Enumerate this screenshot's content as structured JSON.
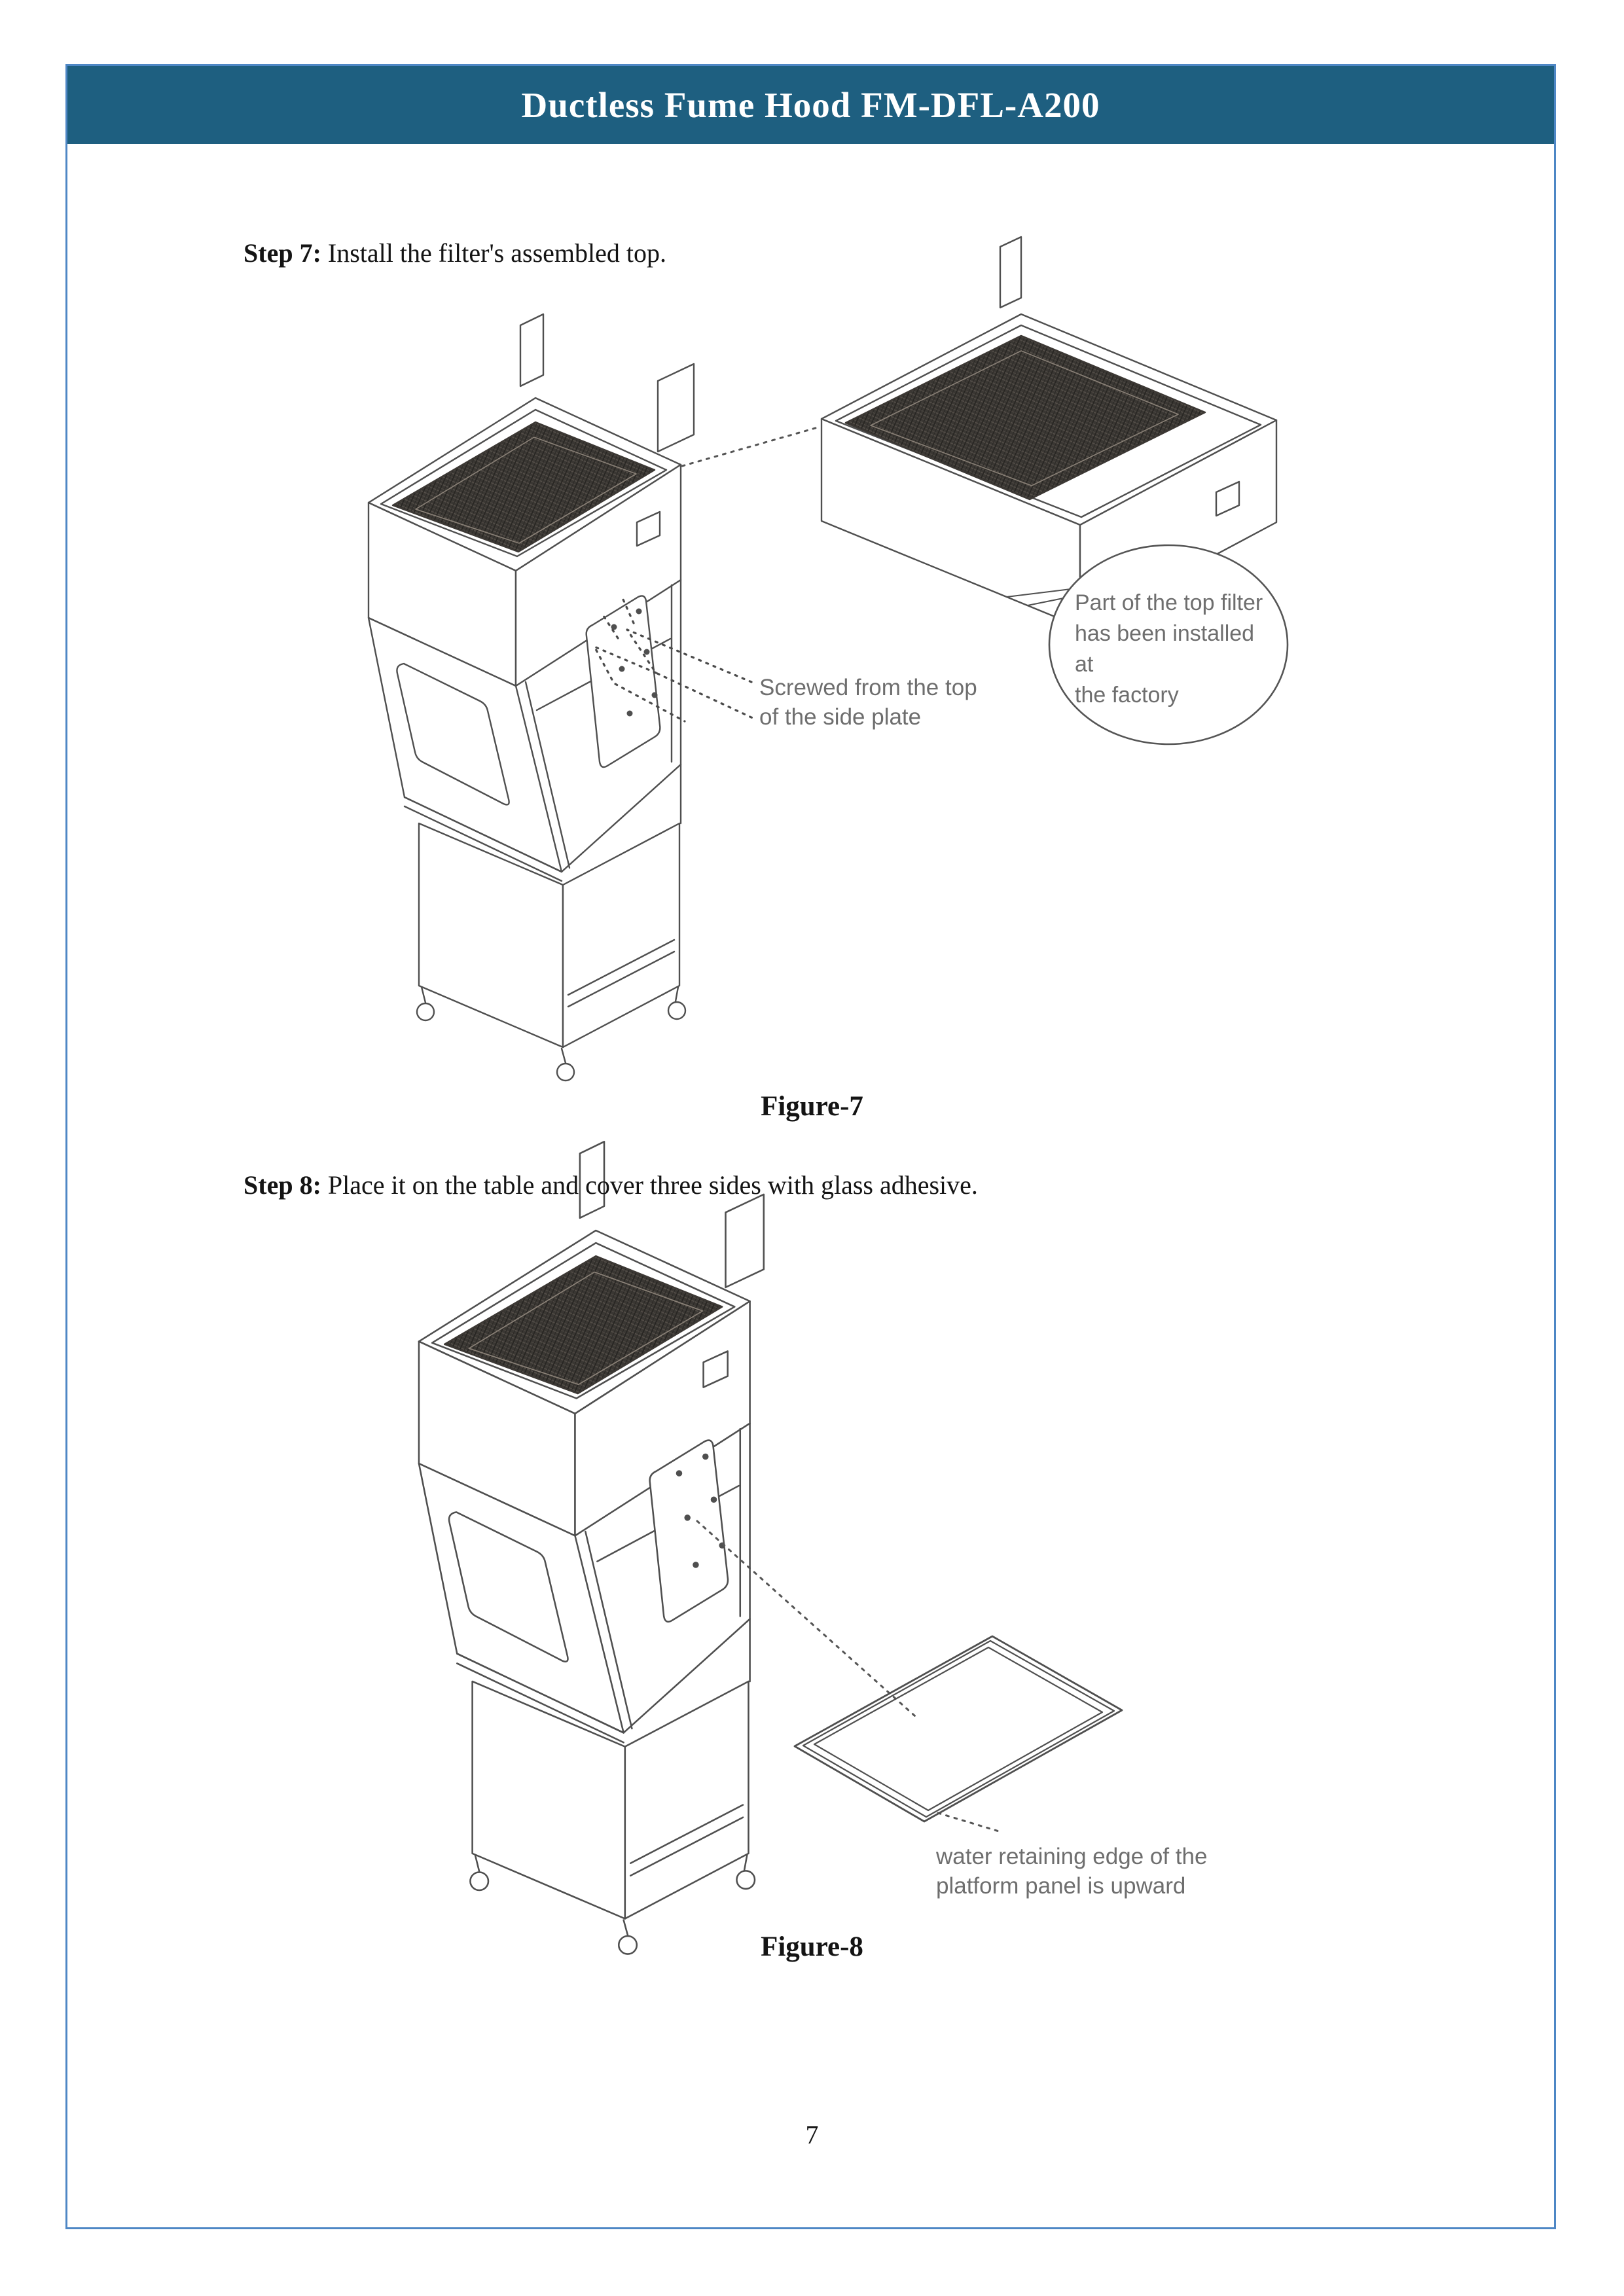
{
  "header": {
    "title": "Ductless Fume Hood FM-DFL-A200"
  },
  "steps": {
    "step7": {
      "label": "Step 7:",
      "text": " Install the filter's assembled top."
    },
    "step8": {
      "label": "Step 8:",
      "text": " Place it on the table and cover three sides with glass adhesive."
    }
  },
  "fig7": {
    "caption": "Figure-7",
    "screwed_line1": "Screwed from the top",
    "screwed_line2": "of the side plate",
    "bubble_line1": "Part of the top filter",
    "bubble_line2": "has been installed at",
    "bubble_line3": "the factory"
  },
  "fig8": {
    "caption": "Figure-8",
    "water_line1": "water retaining edge of the",
    "water_line2": "platform panel is upward"
  },
  "footer": {
    "page_number": "7"
  },
  "colors": {
    "header_bg": "#1e5f80",
    "page_border": "#4e87c5",
    "line_art": "#4f4f4f",
    "annotation_text": "#6e6e6e",
    "filter_dark": "#3a3733"
  },
  "icons": {
    "figure7_drawing": "fume-hood-with-detached-top-filter-illustration",
    "figure8_drawing": "fume-hood-with-platform-panel-illustration"
  }
}
